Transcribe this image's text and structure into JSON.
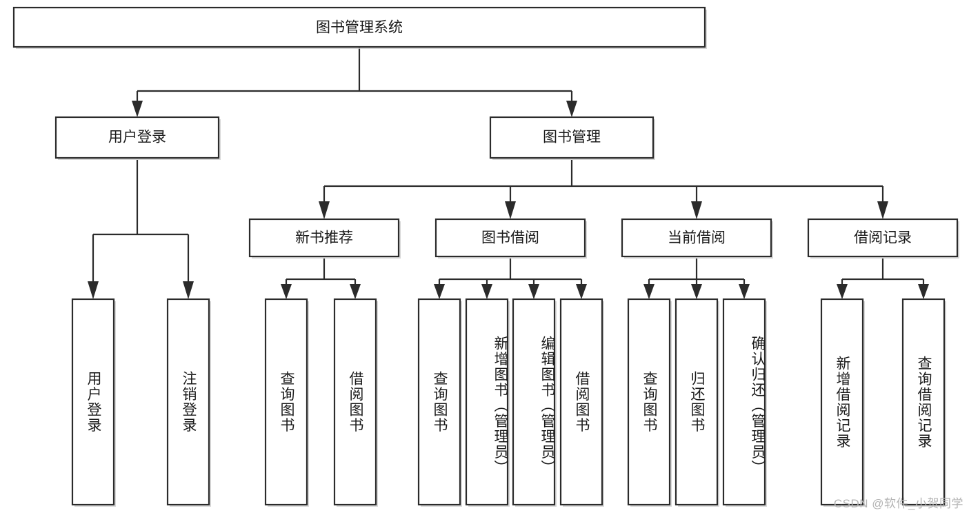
{
  "diagram": {
    "type": "tree-hierarchy",
    "title": "图书管理系统",
    "orientation": "top-down",
    "watermark": "CSDN @软件_小贺同学",
    "levels": [
      {
        "level": 1,
        "nodes": [
          {
            "id": "root",
            "label": "图书管理系统",
            "text_orientation": "horizontal"
          }
        ]
      },
      {
        "level": 2,
        "nodes": [
          {
            "id": "login",
            "label": "用户登录",
            "text_orientation": "horizontal",
            "parent": "root"
          },
          {
            "id": "bookmgmt",
            "label": "图书管理",
            "text_orientation": "horizontal",
            "parent": "root"
          }
        ]
      },
      {
        "level": 3,
        "nodes": [
          {
            "id": "newbook",
            "label": "新书推荐",
            "text_orientation": "horizontal",
            "parent": "bookmgmt"
          },
          {
            "id": "borrow",
            "label": "图书借阅",
            "text_orientation": "horizontal",
            "parent": "bookmgmt"
          },
          {
            "id": "current",
            "label": "当前借阅",
            "text_orientation": "horizontal",
            "parent": "bookmgmt"
          },
          {
            "id": "records",
            "label": "借阅记录",
            "text_orientation": "horizontal",
            "parent": "bookmgmt"
          }
        ]
      },
      {
        "level": 4,
        "nodes": [
          {
            "id": "leaf-1",
            "label": "用户登录",
            "text_orientation": "vertical",
            "parent": "login"
          },
          {
            "id": "leaf-2",
            "label": "注销登录",
            "text_orientation": "vertical",
            "parent": "login"
          },
          {
            "id": "leaf-3",
            "label": "查询图书",
            "text_orientation": "vertical",
            "parent": "newbook"
          },
          {
            "id": "leaf-4",
            "label": "借阅图书",
            "text_orientation": "vertical",
            "parent": "newbook"
          },
          {
            "id": "leaf-5",
            "label": "查询图书",
            "text_orientation": "vertical",
            "parent": "borrow"
          },
          {
            "id": "leaf-6",
            "label": "新增图书（管理员）",
            "text_orientation": "vertical",
            "parent": "borrow"
          },
          {
            "id": "leaf-7",
            "label": "编辑图书（管理员）",
            "text_orientation": "vertical",
            "parent": "borrow"
          },
          {
            "id": "leaf-8",
            "label": "借阅图书",
            "text_orientation": "vertical",
            "parent": "borrow"
          },
          {
            "id": "leaf-9",
            "label": "查询图书",
            "text_orientation": "vertical",
            "parent": "current"
          },
          {
            "id": "leaf-10",
            "label": "归还图书",
            "text_orientation": "vertical",
            "parent": "current"
          },
          {
            "id": "leaf-11",
            "label": "确认归还（管理员）",
            "text_orientation": "vertical",
            "parent": "current"
          },
          {
            "id": "leaf-12",
            "label": "新增借阅记录",
            "text_orientation": "vertical",
            "parent": "records"
          },
          {
            "id": "leaf-13",
            "label": "查询借阅记录",
            "text_orientation": "vertical",
            "parent": "records"
          }
        ]
      }
    ],
    "colors": {
      "box_fill": "#ffffff",
      "box_stroke": "#2b2b2b",
      "text": "#1a1a1a",
      "background": "#ffffff",
      "watermark": "#b4b4b4"
    }
  }
}
